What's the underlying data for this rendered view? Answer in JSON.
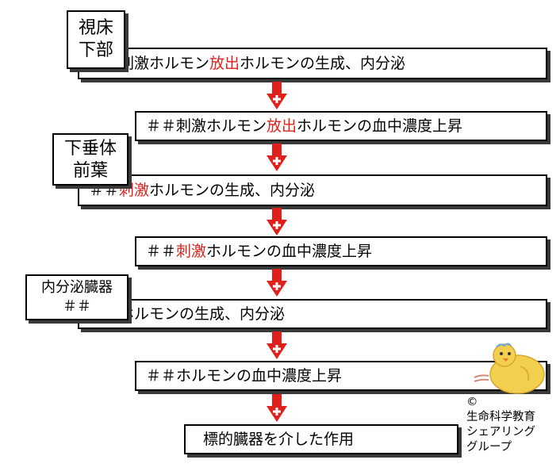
{
  "labels": {
    "hypothalamus": [
      "視床",
      "下部"
    ],
    "pituitary": [
      "下垂体",
      "前葉"
    ],
    "endocrine": [
      "内分泌臓器",
      "＃＃"
    ]
  },
  "steps": [
    {
      "pre": "＃＃刺激ホルモン",
      "hl": "放出",
      "post": "ホルモンの生成、内分泌"
    },
    {
      "pre": "＃＃刺激ホルモン",
      "hl": "放出",
      "post": "ホルモンの血中濃度上昇"
    },
    {
      "pre": "＃＃",
      "hl": "刺激",
      "post": "ホルモンの生成、内分泌"
    },
    {
      "pre": "＃＃",
      "hl": "刺激",
      "post": "ホルモンの血中濃度上昇"
    },
    {
      "pre": "＃＃ホルモンの生成、内分泌",
      "hl": "",
      "post": ""
    },
    {
      "pre": "＃＃ホルモンの血中濃度上昇",
      "hl": "",
      "post": ""
    },
    {
      "pre": "標的臓器を介した作用",
      "hl": "",
      "post": ""
    }
  ],
  "credit": [
    "©",
    "生命科学教育",
    "シェアリング",
    "グループ"
  ],
  "colors": {
    "arrow": "#e0201a",
    "highlight": "#e0201a",
    "border": "#000000"
  },
  "icons": {
    "arrow": "down-arrow-plus-icon",
    "mascot": "chick-icon"
  }
}
